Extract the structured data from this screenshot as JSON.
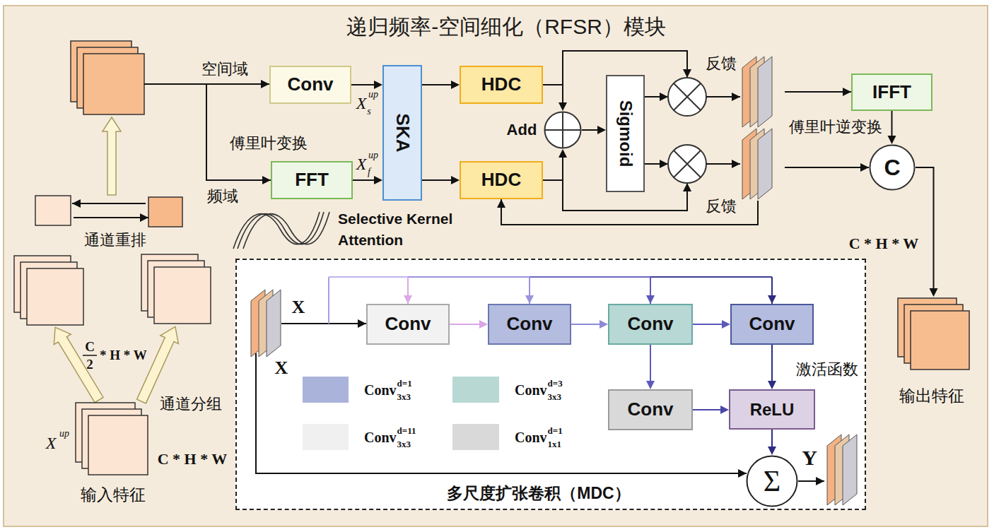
{
  "diagram": {
    "title": "递归频率-空间细化（RFSR）模块",
    "nodes": [
      {
        "text": [
          "输入特征"
        ]
      },
      {
        "text": [
          "Conv"
        ]
      },
      {
        "text": [
          "FFT"
        ]
      },
      {
        "text": [
          "SKA"
        ]
      },
      {
        "text": [
          "HDC"
        ]
      },
      {
        "text": [
          "HDC"
        ]
      },
      {
        "text": [
          "Add"
        ]
      },
      {
        "text": [
          "Sigmoid"
        ]
      },
      {
        "text": [
          "IFFT"
        ]
      },
      {
        "text": [
          "C"
        ]
      },
      {
        "text": [
          "输出特征"
        ]
      },
      {
        "text": [
          "多尺度扩张卷积（MDC）"
        ]
      },
      {
        "text": [
          "Conv"
        ],
        "in": 11
      },
      {
        "text": [
          "Conv"
        ],
        "in": 11
      },
      {
        "text": [
          "Conv"
        ],
        "in": 11
      },
      {
        "text": [
          "Conv"
        ],
        "in": 11
      },
      {
        "text": [
          "Conv"
        ],
        "in": 11
      },
      {
        "text": [
          "ReLU"
        ],
        "in": 11
      },
      {
        "text": [
          "Σ"
        ],
        "in": 11
      }
    ],
    "edges": [
      {
        "from": 1,
        "to": 3,
        "arrow": "to"
      },
      {
        "from": 2,
        "to": 3,
        "arrow": "to"
      },
      {
        "from": 3,
        "to": 4,
        "arrow": "to"
      },
      {
        "from": 3,
        "to": 5,
        "arrow": "to"
      },
      {
        "from": 4,
        "to": 6,
        "arrow": "to"
      },
      {
        "from": 5,
        "to": 6,
        "arrow": "to"
      },
      {
        "from": 6,
        "to": 7,
        "arrow": "to"
      },
      {
        "from": 8,
        "to": 9,
        "arrow": "to"
      },
      {
        "from": 9,
        "to": 10,
        "arrow": "to"
      },
      {
        "from": 12,
        "to": 13,
        "arrow": "to"
      },
      {
        "from": 13,
        "to": 14,
        "arrow": "to"
      },
      {
        "from": 14,
        "to": 15,
        "arrow": "to"
      },
      {
        "from": 14,
        "to": 16,
        "arrow": "to"
      },
      {
        "from": 16,
        "to": 17,
        "arrow": "to"
      },
      {
        "from": 15,
        "to": 17,
        "arrow": "to"
      },
      {
        "from": 17,
        "to": 18,
        "arrow": "to"
      }
    ],
    "labels": [
      "空间域",
      "傅里叶变换",
      "频域",
      "Selective Kernel Attention",
      "X",
      "up",
      "s",
      "X",
      "up",
      "f",
      "反馈",
      "反馈",
      "傅里叶逆变换",
      "C * H * W",
      "通道重排",
      "C",
      "2",
      "* H * W",
      "通道分组",
      "X",
      "up",
      "C * H * W",
      "X",
      "X",
      "激活函数",
      "Y",
      "3x3",
      "d=1",
      "3x3",
      "d=3",
      "3x3",
      "d=11",
      "1x1",
      "d=1"
    ],
    "legend": [
      {
        "text": "Conv",
        "color": "#aab3d9"
      },
      {
        "text": "Conv",
        "color": "#b8d8d4"
      },
      {
        "text": "Conv",
        "color": "#f0f0f0"
      },
      {
        "text": "Conv",
        "color": "#d9d9d9"
      }
    ]
  }
}
